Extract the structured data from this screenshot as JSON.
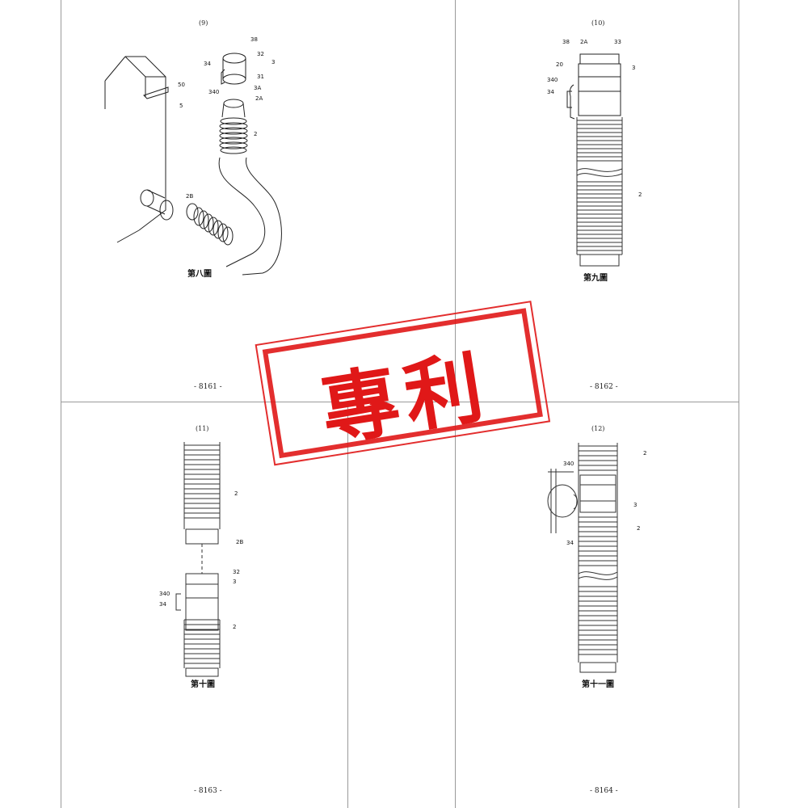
{
  "pages": [
    {
      "fig_no": "(9)",
      "caption": "第八圖",
      "page_num": "- 8161 -",
      "labels": {
        "l38": "38",
        "l32": "32",
        "l3": "3",
        "l34": "34",
        "l31": "31",
        "l340": "340",
        "l3a": "3A",
        "l2a": "2A",
        "l2": "2",
        "l50": "50",
        "l5": "5",
        "l2b": "2B"
      }
    },
    {
      "fig_no": "(10)",
      "caption": "第九圖",
      "page_num": "- 8162 -",
      "labels": {
        "l38": "38",
        "l2a": "2A",
        "l33": "33",
        "l20": "20",
        "l3": "3",
        "l340": "340",
        "l34": "34",
        "l2": "2"
      }
    },
    {
      "fig_no": "(11)",
      "caption": "第十圖",
      "page_num": "- 8163 -",
      "labels": {
        "l2": "2",
        "l2b": "2B",
        "l32": "32",
        "l3": "3",
        "l340": "340",
        "l34": "34",
        "l2b2": "2"
      }
    },
    {
      "fig_no": "(12)",
      "caption": "第十一圖",
      "page_num": "- 8164 -",
      "labels": {
        "l2": "2",
        "l340": "340",
        "l3": "3",
        "l2b": "2",
        "l34": "34"
      }
    }
  ],
  "stamp": {
    "text": "專利",
    "color": "#e01818"
  },
  "icons": {
    "stamp": "seal-stamp-icon"
  }
}
